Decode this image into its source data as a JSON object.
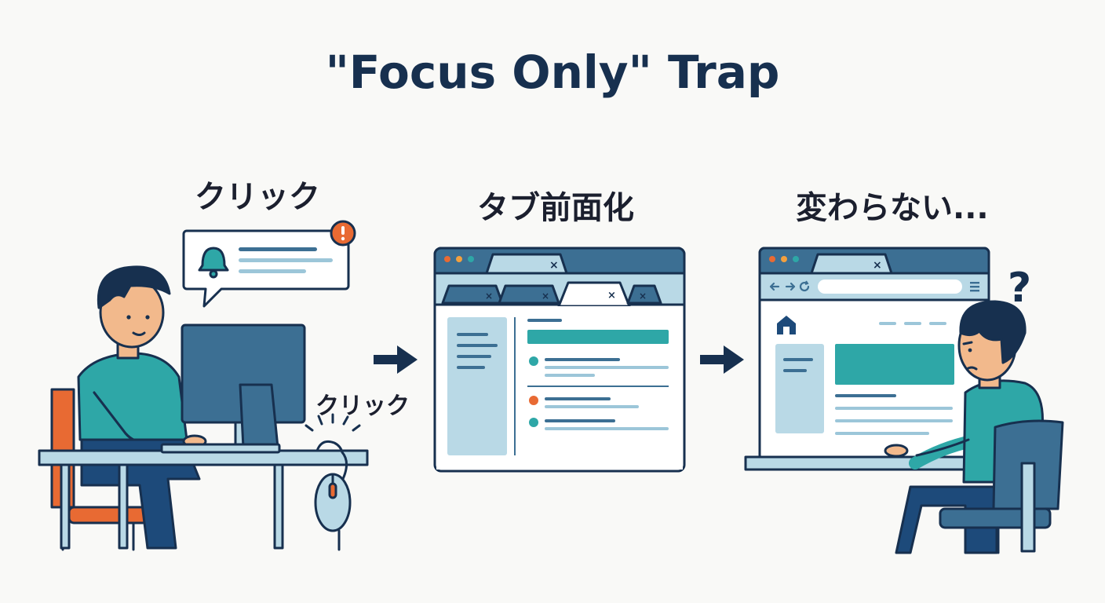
{
  "title": "\"Focus Only\" Trap",
  "steps": [
    {
      "label": "クリック",
      "sublabel": "クリック"
    },
    {
      "label": "タブ前面化"
    },
    {
      "label": "変わらない..."
    }
  ],
  "icons": [
    "bell-icon",
    "alert-icon",
    "arrow-right-icon",
    "close-icon",
    "back-icon",
    "forward-icon",
    "reload-icon",
    "menu-icon",
    "home-icon",
    "question-icon",
    "mouse-icon"
  ],
  "colors": {
    "navy": "#17304f",
    "teal": "#2ea7a7",
    "blue": "#3c6f93",
    "light_blue": "#b9d9e6",
    "orange": "#e86a33"
  }
}
